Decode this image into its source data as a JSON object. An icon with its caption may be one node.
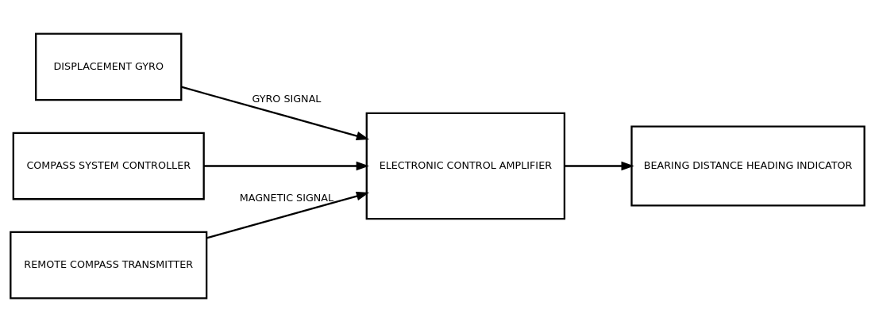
{
  "diagram": {
    "nodes": [
      {
        "text": [
          "DISPLACEMENT GYRO"
        ]
      },
      {
        "text": [
          "COMPASS SYSTEM CONTROLLER"
        ]
      },
      {
        "text": [
          "ELECTRONIC CONTROL AMPLIFIER"
        ]
      },
      {
        "text": [
          "BEARING DISTANCE HEADING INDICATOR"
        ]
      },
      {
        "text": [
          "REMOTE COMPASS TRANSMITTER"
        ]
      }
    ],
    "edges": [
      {
        "from": 1,
        "to": 2,
        "arrow": "to"
      },
      {
        "from": 0,
        "to": 2,
        "arrow": "to",
        "label": "GYRO SIGNAL"
      },
      {
        "from": 2,
        "to": 3,
        "arrow": "to"
      },
      {
        "from": 4,
        "to": 2,
        "arrow": "to",
        "label": "MAGNETIC SIGNAL"
      }
    ]
  }
}
